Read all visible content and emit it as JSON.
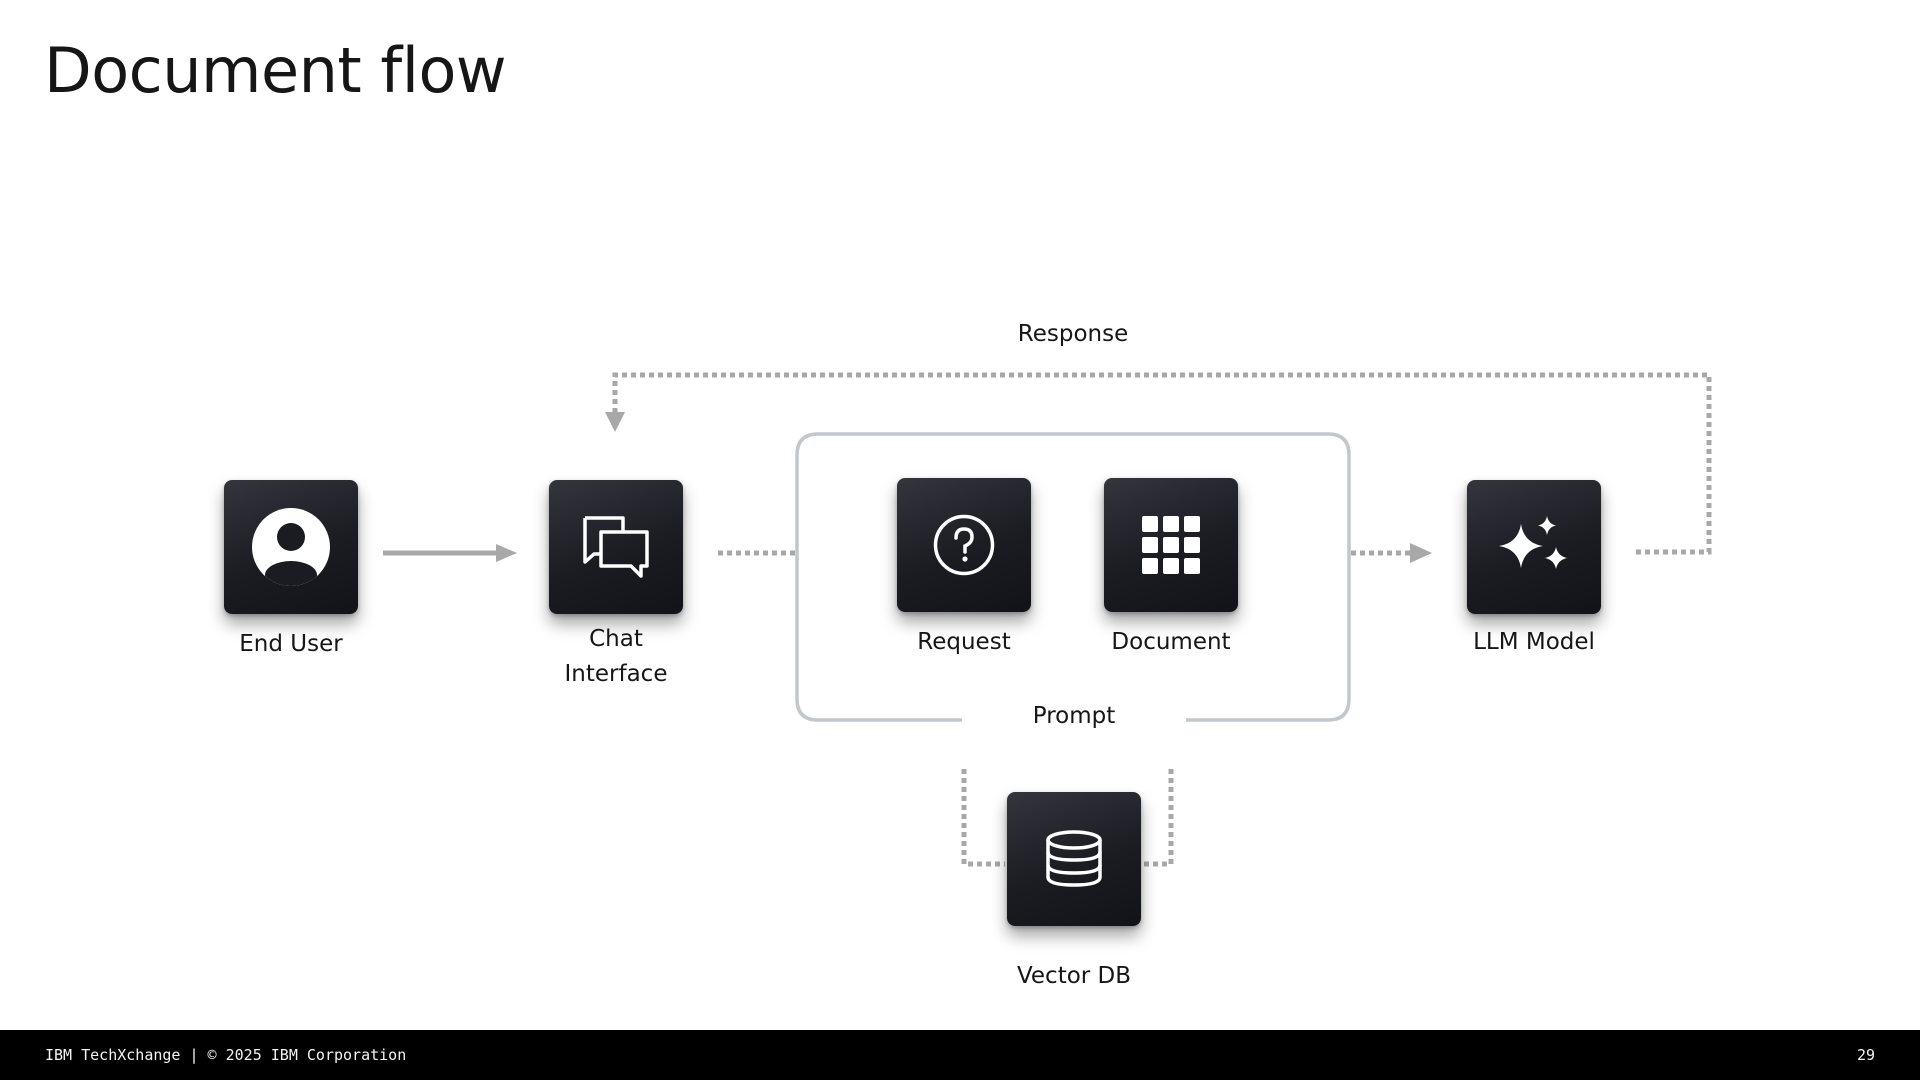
{
  "slide": {
    "title": "Document flow"
  },
  "nodes": {
    "end_user": {
      "label": "End User",
      "icon": "user-avatar-icon"
    },
    "chat_interface": {
      "label_line1": "Chat",
      "label_line2": "Interface",
      "icon": "chat-bubbles-icon"
    },
    "request": {
      "label": "Request",
      "icon": "question-circle-icon"
    },
    "document": {
      "label": "Document",
      "icon": "grid-apps-icon"
    },
    "llm_model": {
      "label": "LLM Model",
      "icon": "sparkles-icon"
    },
    "vector_db": {
      "label": "Vector DB",
      "icon": "database-icon"
    }
  },
  "groups": {
    "prompt": {
      "label": "Prompt"
    }
  },
  "edges": {
    "response": {
      "label": "Response"
    }
  },
  "colors": {
    "tile": "#1b1c22",
    "connector": "#a8a8a8",
    "group_border": "#c1c7cd",
    "footer_bg": "#000000"
  },
  "footer": {
    "text": "IBM TechXchange | © 2025 IBM Corporation",
    "page_number": "29"
  }
}
